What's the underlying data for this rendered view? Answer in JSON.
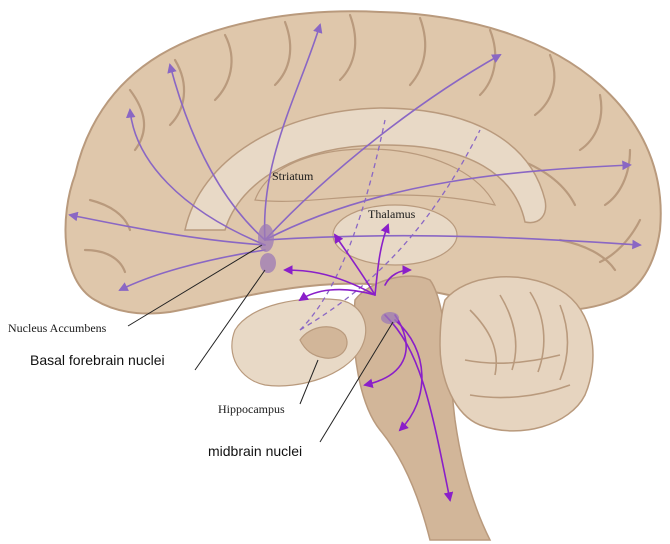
{
  "labels": {
    "striatum": "Striatum",
    "thalamus": "Thalamus",
    "nucleus_accumbens": "Nucleus Accumbens",
    "basal_forebrain": "Basal forebrain nuclei",
    "hippocampus": "Hippocampus",
    "midbrain": "midbrain nuclei"
  },
  "colors": {
    "cortex": "#dfc7ab",
    "cortex_dark": "#b99a7d",
    "inner": "#e8d9c6",
    "stem": "#d2b699",
    "cerebellum": "#e6d4bf",
    "pathway_forebrain": "#8a67c4",
    "pathway_midbrain": "#8a1fc9",
    "nucleus": "#9c7ab5"
  }
}
